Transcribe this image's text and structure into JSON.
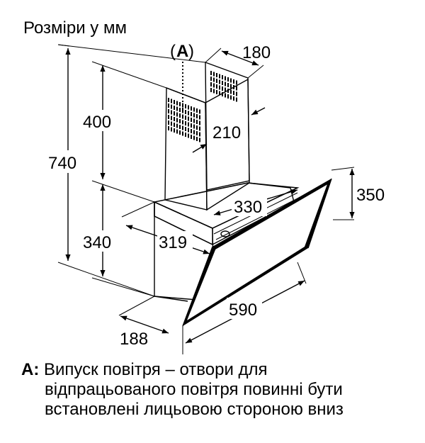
{
  "title": "Розміри у мм",
  "label_a": "A",
  "dimensions": {
    "chimney_width": "180",
    "chimney_height": "400",
    "chimney_depth": "210",
    "total_height": "740",
    "body_height": "340",
    "glass_height": "350",
    "inner_depth": "330",
    "body_depth": "319",
    "glass_width": "590",
    "bottom_depth": "188"
  },
  "legend": {
    "key": "A:",
    "line1": " Випуск повітря – отвори для",
    "line2": "відпрацьованого повітря повинні бути",
    "line3": "встановлені лицьовою стороною вниз"
  },
  "colors": {
    "line": "#000000",
    "glass": "#000000",
    "background": "#ffffff"
  }
}
